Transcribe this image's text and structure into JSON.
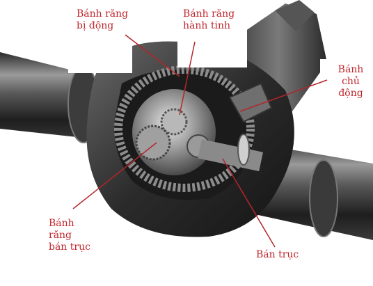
{
  "labels": {
    "driven_gear": [
      "Bánh răng",
      "bị động"
    ],
    "planet_gear": [
      "Bánh răng",
      "hành tinh"
    ],
    "drive_gear": [
      "Bánh",
      "chủ",
      "động"
    ],
    "side_gear": [
      "Bánh",
      "răng",
      "bán trục"
    ],
    "half_shaft": [
      "Bán trục"
    ]
  },
  "colors": {
    "label": "#c0262c",
    "leader": "#b3262b"
  }
}
